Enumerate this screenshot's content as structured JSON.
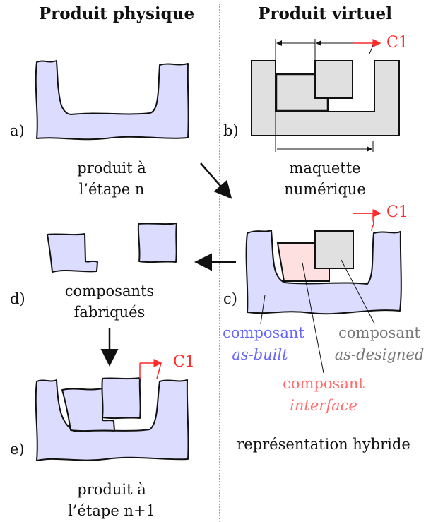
{
  "columns": {
    "left_title": "Produit physique",
    "right_title": "Produit virtuel"
  },
  "panels": {
    "a": {
      "letter": "a)",
      "caption_1": "produit à",
      "caption_2": "l’étape n"
    },
    "b": {
      "letter": "b)",
      "caption_1": "maquette",
      "caption_2": "numérique"
    },
    "c": {
      "letter": "c)",
      "caption": "représentation hybride"
    },
    "d": {
      "letter": "d)",
      "caption_1": "composants",
      "caption_2": "fabriqués"
    },
    "e": {
      "letter": "e)",
      "caption_1": "produit à",
      "caption_2": "l’étape n+1"
    }
  },
  "constraint_label": "C1",
  "legend": {
    "as_built": {
      "line1": "composant",
      "line2": "as-built",
      "color": "#6666ff"
    },
    "as_designed": {
      "line1": "composant",
      "line2": "as-designed",
      "color": "#777777"
    },
    "interface": {
      "line1": "composant",
      "line2": "interface",
      "color": "#ff6b6b"
    }
  },
  "colors": {
    "physical_fill": "#dcdcff",
    "virtual_fill": "#e0e0e0",
    "interface_fill": "#ffe0e0",
    "constraint": "#ff2a2a"
  }
}
